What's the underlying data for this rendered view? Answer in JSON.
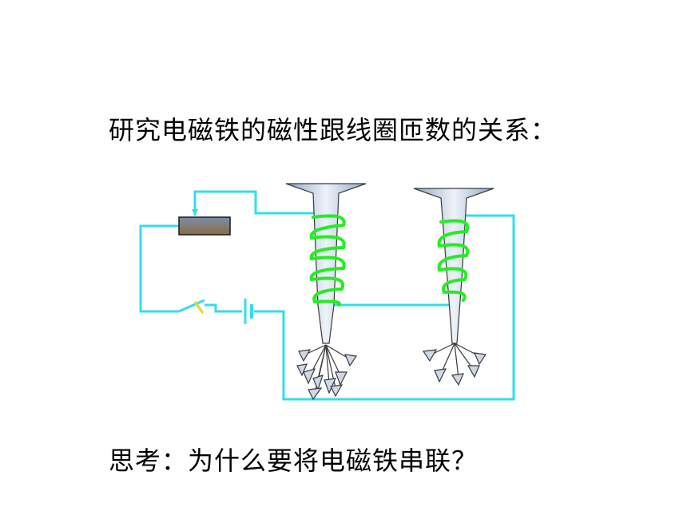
{
  "slide": {
    "heading": "研究电磁铁的磁性跟线圈匝数的关系：",
    "question": "思考：为什么要将电磁铁串联？"
  },
  "colors": {
    "wire": "#33ddee",
    "coil": "#22ee22",
    "switch_blade": "#f2d21a",
    "nail_stroke": "#3a3a3a",
    "nail_fill": "#cfd8e8"
  },
  "diagram": {
    "components": [
      "rheostat",
      "switch",
      "battery",
      "electromagnet-many-turns",
      "electromagnet-few-turns",
      "paper-clips"
    ]
  }
}
